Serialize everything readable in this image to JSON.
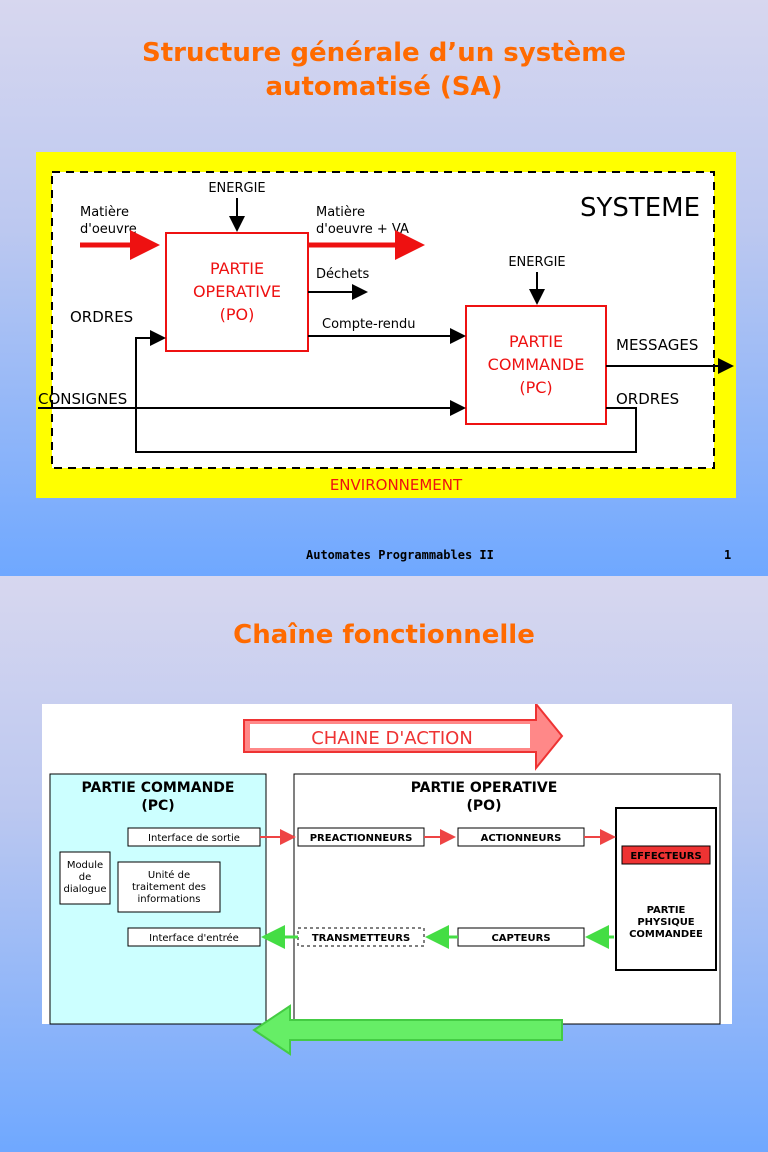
{
  "slide1": {
    "title_line1": "Structure générale d’un système",
    "title_line2": "automatisé (SA)",
    "diagram": {
      "systeme": "SYSTEME",
      "environnement": "ENVIRONNEMENT",
      "energie_po": "ENERGIE",
      "energie_pc": "ENERGIE",
      "matiere_in_1": "Matière",
      "matiere_in_2": "d'oeuvre",
      "matiere_out_1": "Matière",
      "matiere_out_2": "d'oeuvre + VA",
      "dechets": "Déchets",
      "compte_rendu": "Compte-rendu",
      "ordres_left": "ORDRES",
      "ordres_right": "ORDRES",
      "consignes": "CONSIGNES",
      "messages": "MESSAGES",
      "po_line1": "PARTIE",
      "po_line2": "OPERATIVE",
      "po_line3": "(PO)",
      "pc_line1": "PARTIE",
      "pc_line2": "COMMANDE",
      "pc_line3": "(PC)"
    },
    "footer_title": "Automates Programmables II",
    "page_number": "1"
  },
  "slide2": {
    "title": "Chaîne fonctionnelle",
    "chaine_action": "CHAINE D'ACTION",
    "pc_title_1": "PARTIE COMMANDE",
    "pc_title_2": "(PC)",
    "po_title_1": "PARTIE OPERATIVE",
    "po_title_2": "(PO)",
    "interface_sortie": "Interface de sortie",
    "interface_entree": "Interface d'entrée",
    "module_1": "Module",
    "module_2": "de",
    "module_3": "dialogue",
    "unite_1": "Unité de",
    "unite_2": "traitement des",
    "unite_3": "informations",
    "preactionneurs": "PREACTIONNEURS",
    "actionneurs": "ACTIONNEURS",
    "transmetteurs": "TRANSMETTEURS",
    "capteurs": "CAPTEURS",
    "effecteurs": "EFFECTEURS",
    "physique_1": "PARTIE",
    "physique_2": "PHYSIQUE",
    "physique_3": "COMMANDEE"
  },
  "colors": {
    "title": "#ff6a00",
    "yellow_frame": "#ffff00",
    "red": "#ee1111",
    "pc_fill": "#ccffff",
    "green_arrow": "#66ee66",
    "effecteurs_fill": "#ee3333"
  }
}
